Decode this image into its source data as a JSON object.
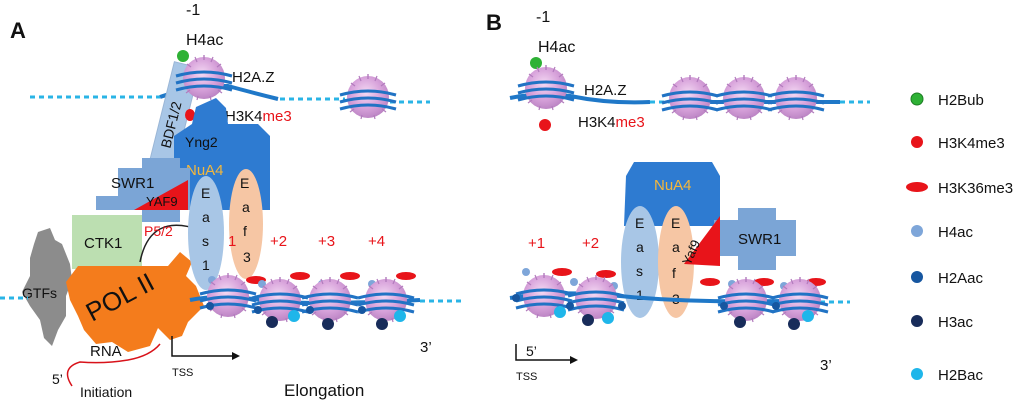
{
  "panel_a": {
    "letter": "A",
    "minus1": "-1",
    "h4ac": "H4ac",
    "h2az": "H2A.Z",
    "h3k4_prefix": "H3K4",
    "h3k4_suffix": "me3",
    "bdf": "BDF1/2",
    "yng2": "Yng2",
    "nua4": "NuA4",
    "swr1": "SWR1",
    "yaf9": "YAF9",
    "eas": [
      "E",
      "a",
      "s",
      "1"
    ],
    "eaf": [
      "E",
      "a",
      "f",
      "3"
    ],
    "ctk1": "CTK1",
    "p52": "P5/2",
    "polii": "POL II",
    "gtfs": "GTFs",
    "rna": "RNA",
    "five_prime": "5’",
    "initiation": "Initiation",
    "tss": "TSS",
    "elongation": "Elongation",
    "three_prime": "3’",
    "positions": [
      "1",
      "+2",
      "+3",
      "+4"
    ]
  },
  "panel_b": {
    "letter": "B",
    "minus1": "-1",
    "h4ac": "H4ac",
    "h2az": "H2A.Z",
    "h3k4_prefix": "H3K4",
    "h3k4_suffix": "me3",
    "nua4": "NuA4",
    "eas": [
      "E",
      "a",
      "s",
      "1"
    ],
    "eaf": [
      "E",
      "a",
      "f",
      "3"
    ],
    "yaf9": "Yaf9",
    "swr1": "SWR1",
    "positions": [
      "+1",
      "+2"
    ],
    "five_prime": "5’",
    "tss": "TSS",
    "three_prime": "3’"
  },
  "legend": [
    {
      "label": "H2Bub",
      "color": "#2eb135",
      "shape": "circle"
    },
    {
      "label": "H3K4me3",
      "color": "#e8141a",
      "shape": "circle"
    },
    {
      "label": "H3K36me3",
      "color": "#e8141a",
      "shape": "ellipse"
    },
    {
      "label": "H4ac",
      "color": "#7ea6d9",
      "shape": "circle"
    },
    {
      "label": "H2Aac",
      "color": "#1656a0",
      "shape": "circle"
    },
    {
      "label": "H3ac",
      "color": "#182c5a",
      "shape": "circle"
    },
    {
      "label": "H2Bac",
      "color": "#1fb6ea",
      "shape": "circle"
    }
  ]
}
